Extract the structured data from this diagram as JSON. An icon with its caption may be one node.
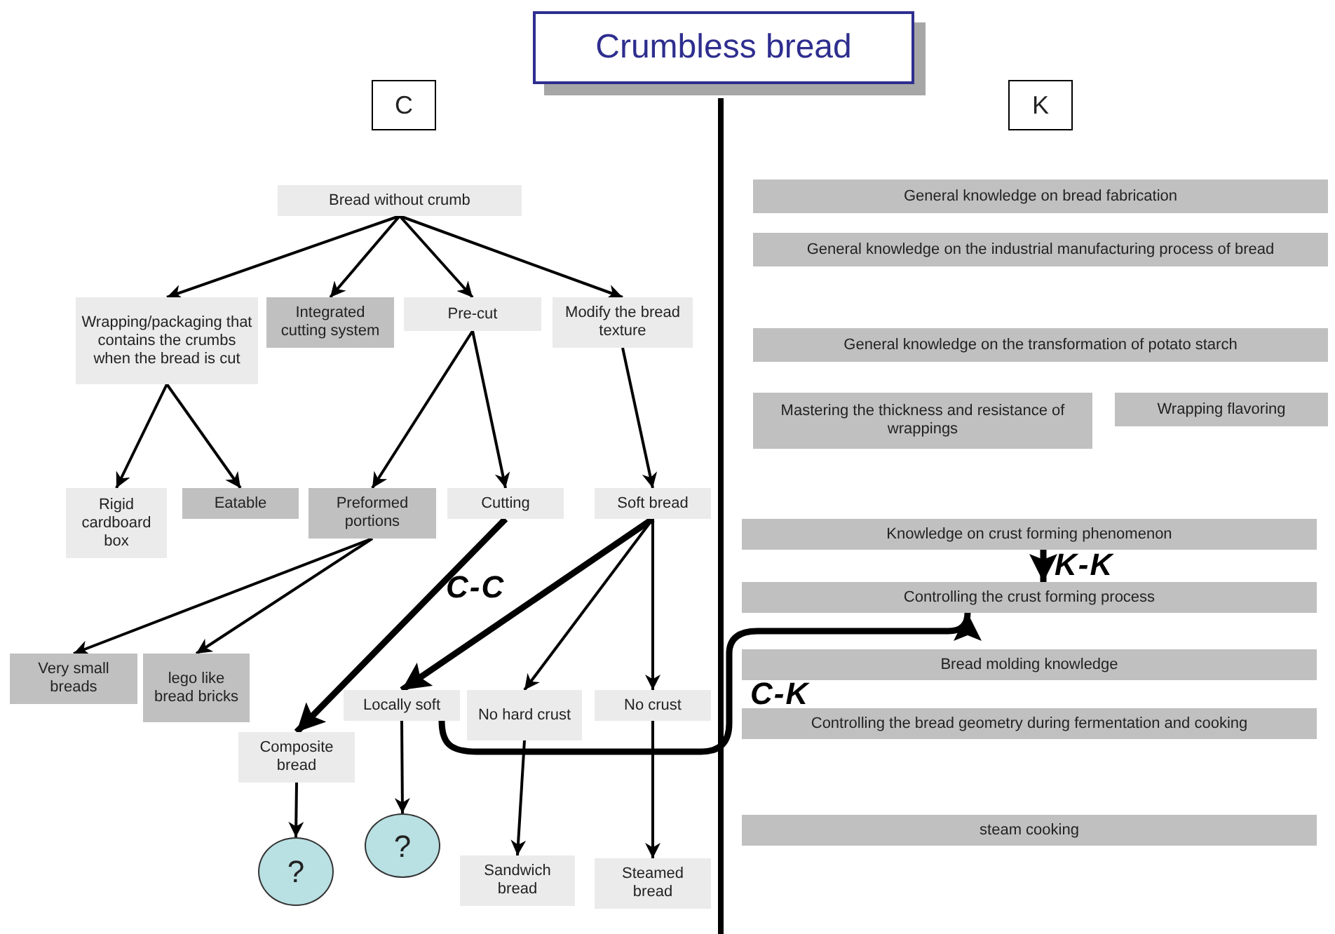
{
  "diagram": {
    "title": "Crumbless bread",
    "nodes": [
      {
        "text": [
          "C"
        ]
      },
      {
        "text": [
          "K"
        ]
      },
      {
        "text": [
          "Bread without crumb"
        ]
      },
      {
        "text": [
          "Wrapping/packaging that contains the crumbs when the bread is cut"
        ]
      },
      {
        "text": [
          "Integrated cutting system"
        ]
      },
      {
        "text": [
          "Pre-cut"
        ]
      },
      {
        "text": [
          "Modify the bread texture"
        ]
      },
      {
        "text": [
          "Rigid cardboard box"
        ]
      },
      {
        "text": [
          "Eatable"
        ]
      },
      {
        "text": [
          "Preformed portions"
        ]
      },
      {
        "text": [
          "Cutting"
        ]
      },
      {
        "text": [
          "Soft bread"
        ]
      },
      {
        "text": [
          "Very small breads"
        ]
      },
      {
        "text": [
          "lego like bread bricks"
        ]
      },
      {
        "text": [
          "Locally soft"
        ]
      },
      {
        "text": [
          "No hard crust"
        ]
      },
      {
        "text": [
          "No crust"
        ]
      },
      {
        "text": [
          "Composite bread"
        ]
      },
      {
        "text": [
          "?"
        ]
      },
      {
        "text": [
          "?"
        ]
      },
      {
        "text": [
          "Sandwich bread"
        ]
      },
      {
        "text": [
          "Steamed bread"
        ]
      },
      {
        "text": [
          "General knowledge on bread fabrication"
        ]
      },
      {
        "text": [
          "General knowledge on the industrial manufacturing process of bread"
        ]
      },
      {
        "text": [
          "General knowledge on the transformation of potato starch"
        ]
      },
      {
        "text": [
          "Mastering the thickness and resistance of wrappings"
        ]
      },
      {
        "text": [
          "Wrapping flavoring"
        ]
      },
      {
        "text": [
          "Knowledge on crust forming phenomenon"
        ]
      },
      {
        "text": [
          "Controlling the crust forming process"
        ]
      },
      {
        "text": [
          "Bread molding knowledge"
        ]
      },
      {
        "text": [
          "Controlling the bread geometry during fermentation and cooking"
        ]
      },
      {
        "text": [
          "steam cooking"
        ]
      }
    ],
    "edges": [
      {
        "from": 2,
        "to": 3,
        "arrow": "to"
      },
      {
        "from": 2,
        "to": 4,
        "arrow": "to"
      },
      {
        "from": 2,
        "to": 5,
        "arrow": "to"
      },
      {
        "from": 2,
        "to": 6,
        "arrow": "to"
      },
      {
        "from": 3,
        "to": 7,
        "arrow": "to"
      },
      {
        "from": 3,
        "to": 8,
        "arrow": "to"
      },
      {
        "from": 5,
        "to": 9,
        "arrow": "to"
      },
      {
        "from": 5,
        "to": 10,
        "arrow": "to"
      },
      {
        "from": 6,
        "to": 11,
        "arrow": "to"
      },
      {
        "from": 9,
        "to": 12,
        "arrow": "to"
      },
      {
        "from": 9,
        "to": 13,
        "arrow": "to"
      },
      {
        "from": 10,
        "to": 17,
        "arrow": "to",
        "style": "thick"
      },
      {
        "from": 11,
        "to": 14,
        "arrow": "to",
        "style": "thick"
      },
      {
        "from": 11,
        "to": 15,
        "arrow": "to"
      },
      {
        "from": 11,
        "to": 16,
        "arrow": "to"
      },
      {
        "from": 17,
        "to": 18,
        "arrow": "to"
      },
      {
        "from": 14,
        "to": 19,
        "arrow": "to"
      },
      {
        "from": 15,
        "to": 20,
        "arrow": "to"
      },
      {
        "from": 16,
        "to": 21,
        "arrow": "to"
      },
      {
        "from": 27,
        "to": 28,
        "arrow": "to",
        "style": "thick"
      },
      {
        "from": 14,
        "to": 28,
        "arrow": "to",
        "style": "thick"
      }
    ],
    "labels": [
      "C-C",
      "K-K",
      "C-K"
    ]
  }
}
